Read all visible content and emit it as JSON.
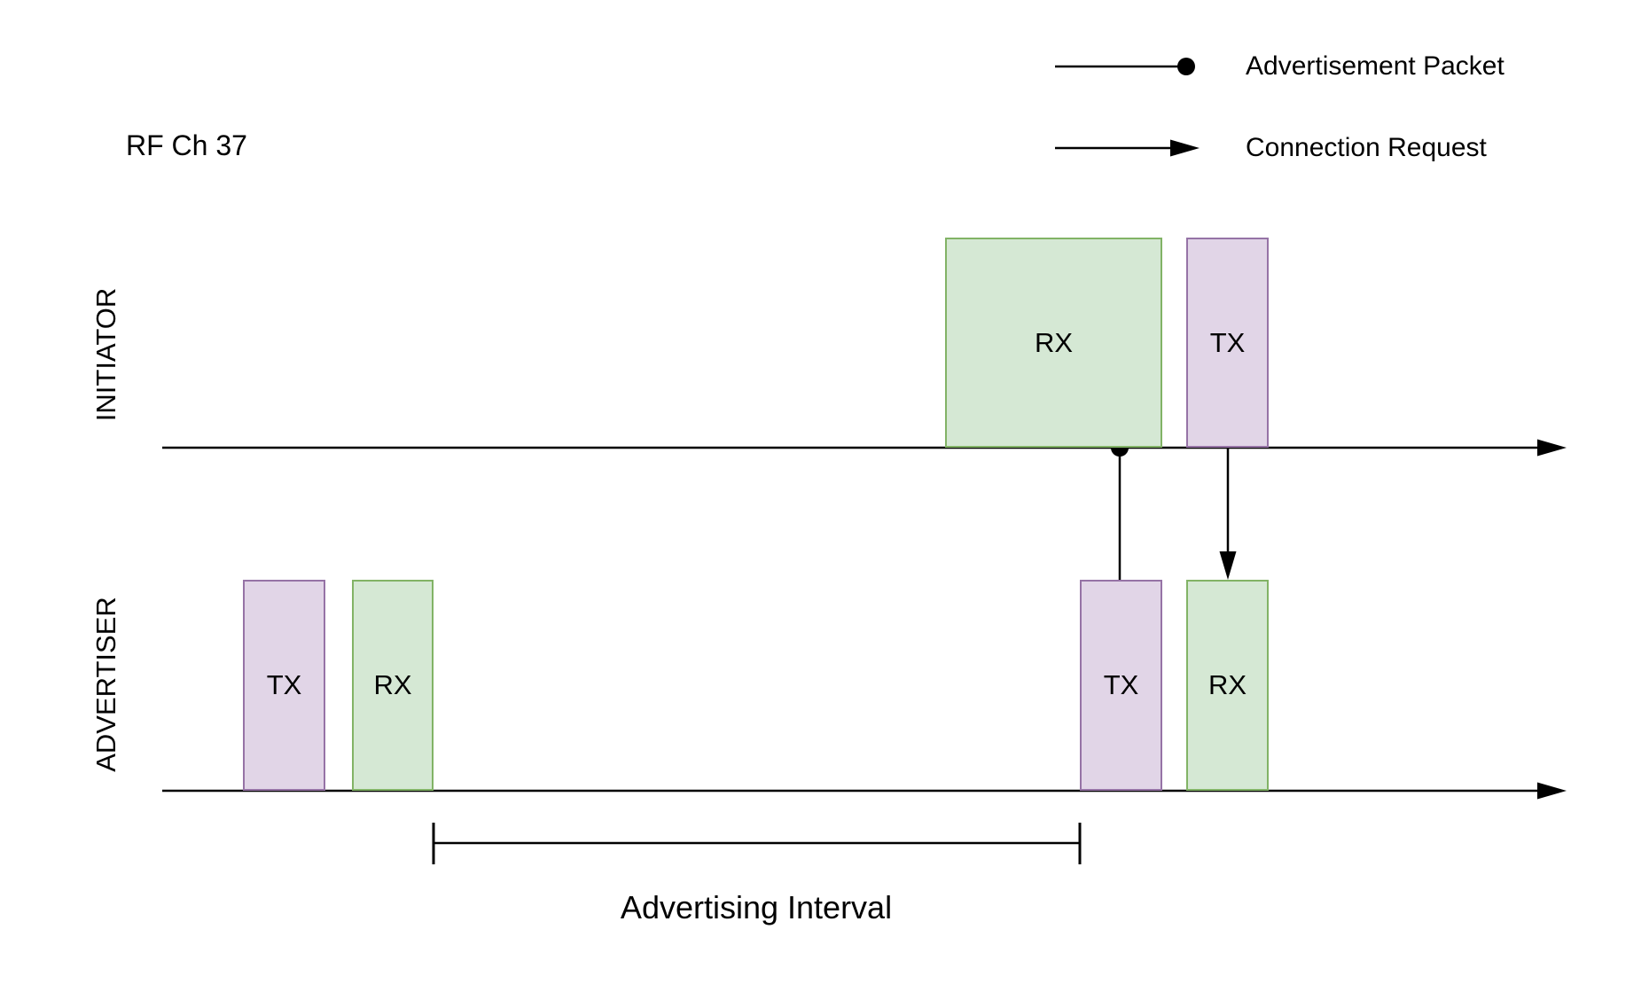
{
  "diagram": {
    "title": "RF Ch 37",
    "legend": {
      "items": [
        {
          "symbol": "line-with-dot",
          "label": "Advertisement Packet"
        },
        {
          "symbol": "arrow",
          "label": "Connection Request"
        }
      ]
    },
    "lanes": [
      {
        "name": "INITIATOR",
        "boxes": [
          {
            "label": "RX",
            "color": "green"
          },
          {
            "label": "TX",
            "color": "purple"
          }
        ]
      },
      {
        "name": "ADVERTISER",
        "boxes": [
          {
            "label": "TX",
            "color": "purple"
          },
          {
            "label": "RX",
            "color": "green"
          },
          {
            "label": "TX",
            "color": "purple"
          },
          {
            "label": "RX",
            "color": "green"
          }
        ]
      }
    ],
    "annotations": {
      "interval_label": "Advertising Interval"
    },
    "colors": {
      "green_fill": "#d5e8d4",
      "green_stroke": "#82b366",
      "purple_fill": "#e1d5e7",
      "purple_stroke": "#9673a6",
      "line": "#000000"
    }
  }
}
